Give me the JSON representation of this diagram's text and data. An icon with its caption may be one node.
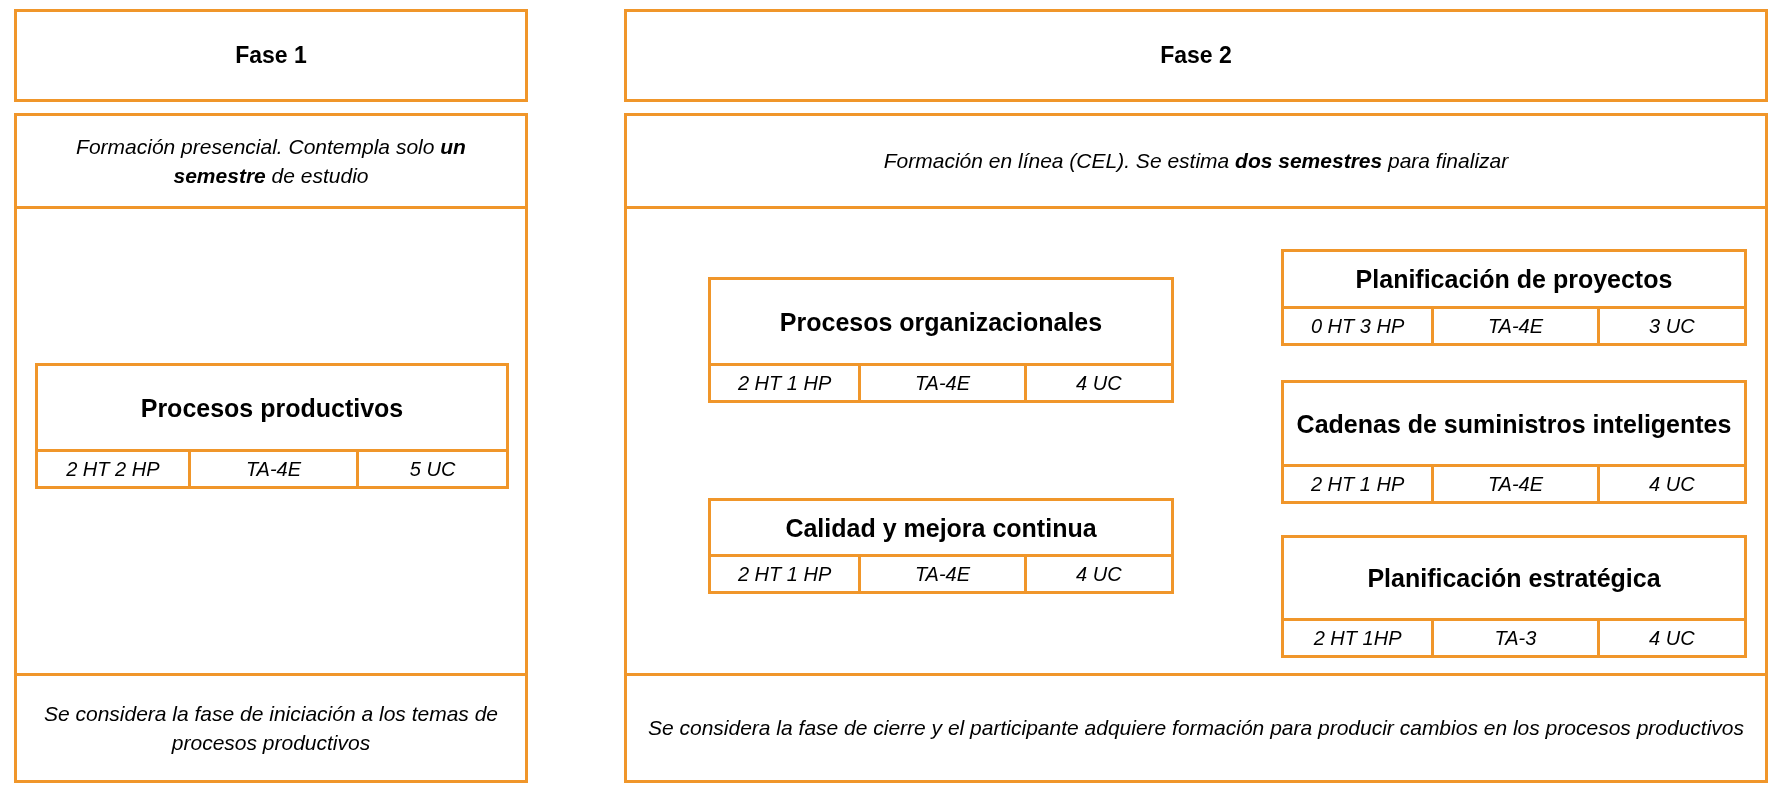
{
  "diagram": {
    "nodes": [
      {
        "text": [
          "Fase 1"
        ]
      },
      {
        "text": [
          "Formación presencial. Contempla solo **un semestre** de estudio"
        ]
      },
      {
        "text": [],
        "shape": "box"
      },
      {
        "text": [
          "Procesos productivos",
          "2 HT 2 HP",
          "TA-4E",
          "5 UC"
        ],
        "in": 2
      },
      {
        "text": [
          "Se considera la fase de iniciación a los temas de procesos productivos"
        ]
      },
      {
        "text": [
          "Fase 2"
        ]
      },
      {
        "text": [
          "Formación en línea (CEL). Se estima **dos semestres** para finalizar"
        ]
      },
      {
        "text": [],
        "shape": "box"
      },
      {
        "text": [
          "Procesos organizacionales",
          "2 HT 1 HP",
          "TA-4E",
          "4 UC"
        ],
        "in": 7
      },
      {
        "text": [
          "Calidad y mejora continua",
          "2 HT 1 HP",
          "TA-4E",
          "4 UC"
        ],
        "in": 7
      },
      {
        "text": [
          "Planificación de proyectos",
          "0 HT 3 HP",
          "TA-4E",
          "3 UC"
        ],
        "in": 7
      },
      {
        "text": [
          "Cadenas de suministros inteligentes",
          "2 HT 1 HP",
          "TA-4E",
          "4 UC"
        ],
        "in": 7
      },
      {
        "text": [
          "Planificación estratégica",
          "2 HT 1HP",
          "TA-3",
          "4 UC"
        ],
        "in": 7
      },
      {
        "text": [
          "Se considera la fase de cierre y el participante adquiere formación para producir cambios en los procesos productivos"
        ]
      }
    ],
    "edges": []
  }
}
